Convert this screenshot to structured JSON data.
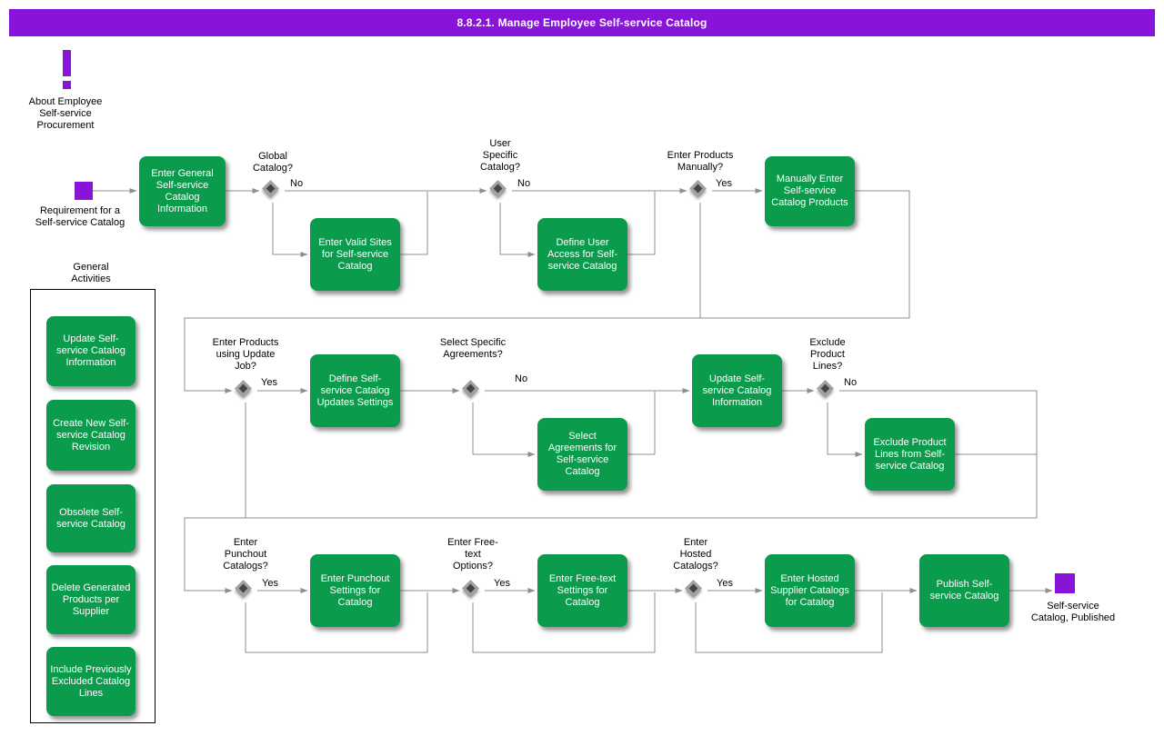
{
  "header": {
    "title": "8.8.2.1. Manage Employee Self-service Catalog"
  },
  "about": {
    "label": "About Employee Self-service Procurement"
  },
  "flow": {
    "start_label": "Requirement for a Self-service Catalog",
    "end_label": "Self-service Catalog, Published"
  },
  "activities": {
    "enter_general": "Enter General Self-service Catalog Information",
    "enter_valid_sites": "Enter Valid Sites for Self-service Catalog",
    "define_user_access": "Define User Access for Self-service Catalog",
    "manually_enter": "Manually Enter Self-service Catalog Products",
    "define_update_settings": "Define Self-service Catalog Updates Settings",
    "select_agreements": "Select Agreements for Self-service Catalog",
    "update_info": "Update Self-service Catalog Information",
    "exclude_lines": "Exclude Product Lines from Self-service Catalog",
    "enter_punchout": "Enter Punchout Settings for Catalog",
    "enter_freetext": "Enter Free-text Settings for Catalog",
    "enter_hosted": "Enter Hosted Supplier Catalogs for Catalog",
    "publish": "Publish Self-service Catalog"
  },
  "decisions": {
    "global_catalog": {
      "question": "Global Catalog?",
      "branch": "No"
    },
    "user_specific": {
      "question": "User Specific Catalog?",
      "branch": "No"
    },
    "products_manually": {
      "question": "Enter Products Manually?",
      "branch": "Yes"
    },
    "update_job": {
      "question": "Enter Products using Update Job?",
      "branch": "Yes"
    },
    "specific_agreements": {
      "question": "Select Specific Agreements?",
      "branch": "No"
    },
    "exclude_product_lines": {
      "question": "Exclude Product Lines?",
      "branch": "No"
    },
    "punchout_catalogs": {
      "question": "Enter Punchout Catalogs?",
      "branch": "Yes"
    },
    "freetext_options": {
      "question": "Enter Free-text Options?",
      "branch": "Yes"
    },
    "hosted_catalogs": {
      "question": "Enter Hosted Catalogs?",
      "branch": "Yes"
    }
  },
  "general_activities": {
    "title": "General Activities",
    "items": [
      "Update Self-service Catalog Information",
      "Create New Self-service Catalog Revision",
      "Obsolete Self-service Catalog",
      "Delete Generated Products per Supplier",
      "Include Previously Excluded Catalog Lines"
    ]
  },
  "colors": {
    "accent_purple": "#8714D8",
    "activity_green": "#0B9B4C",
    "connector_gray": "#8F8F8F"
  }
}
